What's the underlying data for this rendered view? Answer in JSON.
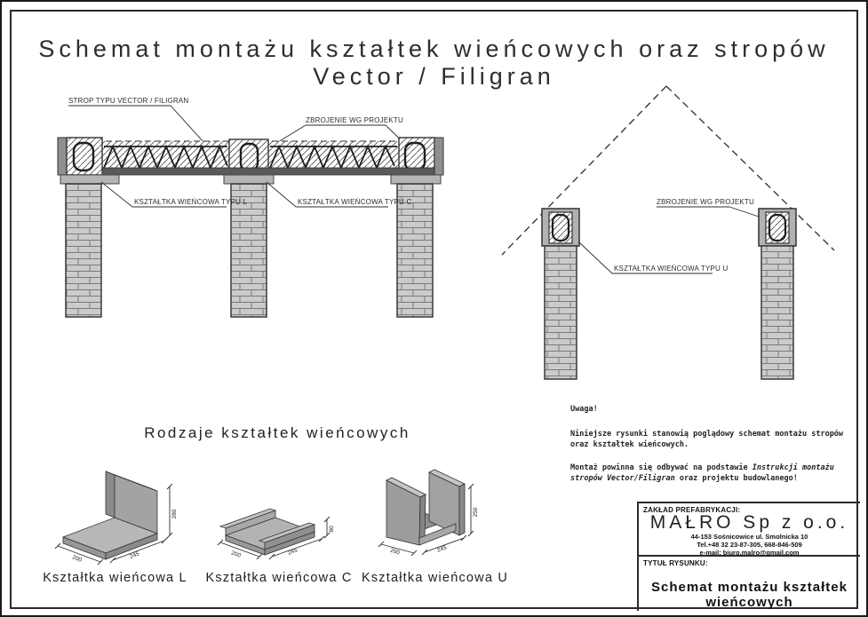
{
  "page": {
    "title": "Schemat montażu kształtek wieńcowych oraz stropów Vector / Filigran"
  },
  "slab_diagram": {
    "labels": {
      "strop": "STROP TYPU VECTOR / FILIGRAN",
      "zbrojenie": "ZBROJENIE WG PROJEKTU",
      "typ_l": "KSZTAŁTKA WIEŃCOWA TYPU L",
      "typ_c": "KSZTAŁTKA WIEŃCOWA TYPU C"
    }
  },
  "gable_diagram": {
    "labels": {
      "zbrojenie": "ZBROJENIE WG PROJEKTU",
      "typ_u": "KSZTAŁTKA WIEŃCOWA TYPU U"
    }
  },
  "shapes_section": {
    "heading": "Rodzaje kształtek wieńcowych",
    "items": [
      {
        "caption": "Kształtka wieńcowa L",
        "dims": {
          "depth": "200",
          "width": "245",
          "height": "280"
        }
      },
      {
        "caption": "Kształtka wieńcowa C",
        "dims": {
          "depth": "200",
          "width": "245",
          "height": "80"
        }
      },
      {
        "caption": "Kształtka wieńcowa U",
        "dims": {
          "depth": "200",
          "width": "245",
          "height": "250"
        }
      }
    ]
  },
  "note": {
    "heading": "Uwaga!",
    "para1": "Niniejsze rysunki stanowią poglądowy schemat montażu stropów oraz kształtek wieńcowych.",
    "para2_prefix": "Montaż powinna się odbywać na podstawie ",
    "para2_italic": "Instrukcji montażu stropów Vector/Filigran",
    "para2_suffix": " oraz projektu budowlanego!"
  },
  "title_block": {
    "manufacturer_label": "ZAKŁAD PREFABRYKACJI:",
    "company": "MAŁRO Sp z o.o.",
    "address": "44-153 Sośnicowice ul. Smolnicka 10",
    "phone": "Tel.+48 32 23-87-305, 668-846-509",
    "email": "e-mail: biuro.malro@gmail.com",
    "drawing_title_label": "TYTUŁ RYSUNKU:",
    "drawing_title": "Schemat montażu kształtek wieńcowych"
  },
  "colors": {
    "line": "#222222",
    "brick_fill": "#cbcbcb",
    "plate": "#5a5a5a",
    "hatch_line": "#4a4a4a"
  }
}
